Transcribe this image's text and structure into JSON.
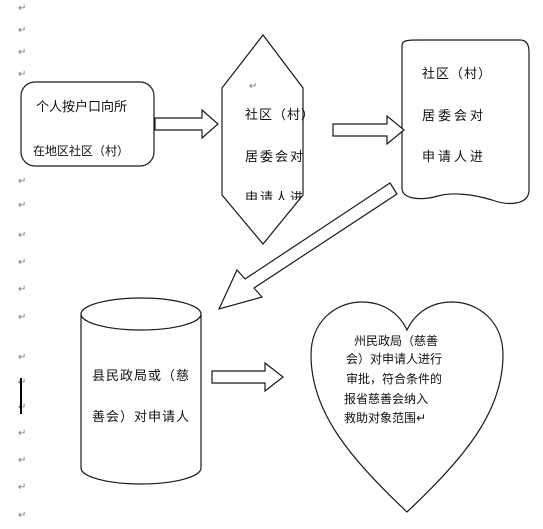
{
  "paragraph_mark": "↵",
  "nodes": {
    "start": {
      "line1": "个人按户口向所",
      "line2": "在地区社区（村）"
    },
    "community_a": {
      "mark": "↵",
      "line1": "社区（村）",
      "line2": "居委会对",
      "line3": "申请人进"
    },
    "community_b": {
      "line1": "社区（村）",
      "line2": "居委会对",
      "line3": "申请人进"
    },
    "county": {
      "line1": "县民政局或（慈",
      "line2": "善会）对申请人"
    },
    "prefecture": {
      "line1": "州民政局（慈善",
      "line2": "会）对申请人进行",
      "line3": "审批，符合条件的",
      "line4": "报省慈善会纳入",
      "line5": "救助对象范围↵"
    }
  },
  "colors": {
    "stroke": "#1a1a1a",
    "fill": "#ffffff",
    "mark": "#777777"
  }
}
